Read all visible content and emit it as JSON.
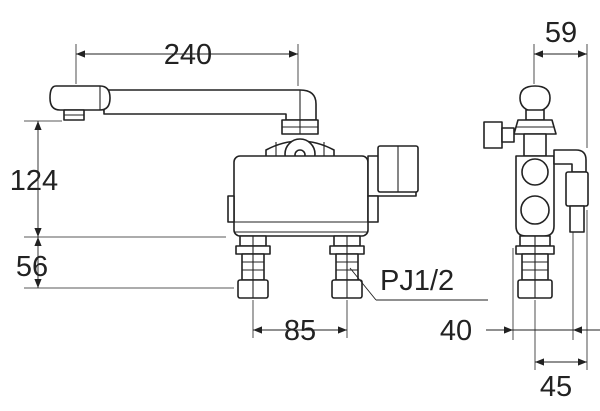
{
  "dimensions": {
    "spout_reach": "240",
    "side_width": "59",
    "spout_height": "124",
    "body_height": "56",
    "pipe_spacing": "85",
    "side_offset_40": "40",
    "side_offset_45": "45"
  },
  "labels": {
    "thread_spec": "PJ1/2"
  },
  "colors": {
    "line": "#222222",
    "background": "#ffffff"
  }
}
